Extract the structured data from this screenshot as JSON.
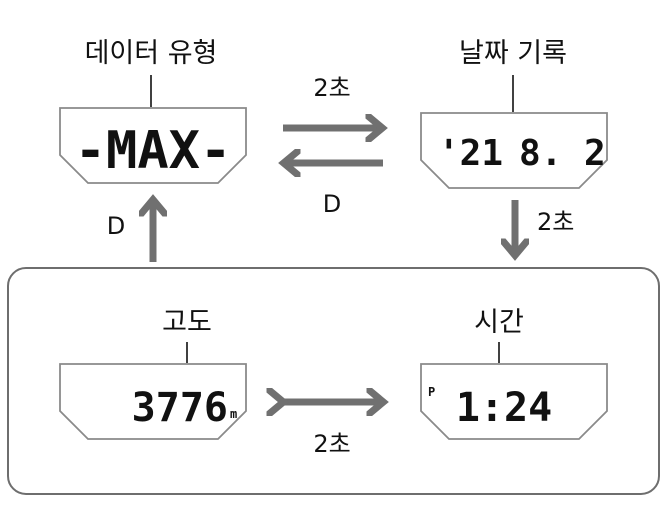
{
  "screens": {
    "data_type": {
      "title": "데이터 유형",
      "display": "-MAX-"
    },
    "date_record": {
      "title": "날짜 기록",
      "year": "'21",
      "date": "8. 2"
    },
    "altitude": {
      "title": "고도",
      "value": "3776",
      "unit": "m"
    },
    "time": {
      "title": "시간",
      "indicator": "P",
      "value": "1:24"
    }
  },
  "transitions": {
    "to_date": "2초",
    "back_d": "D",
    "down": "2초",
    "bottom": "2초",
    "up_d": "D"
  },
  "colors": {
    "arrow": "#707070",
    "outline": "#8a8a8a",
    "text": "#111111"
  }
}
